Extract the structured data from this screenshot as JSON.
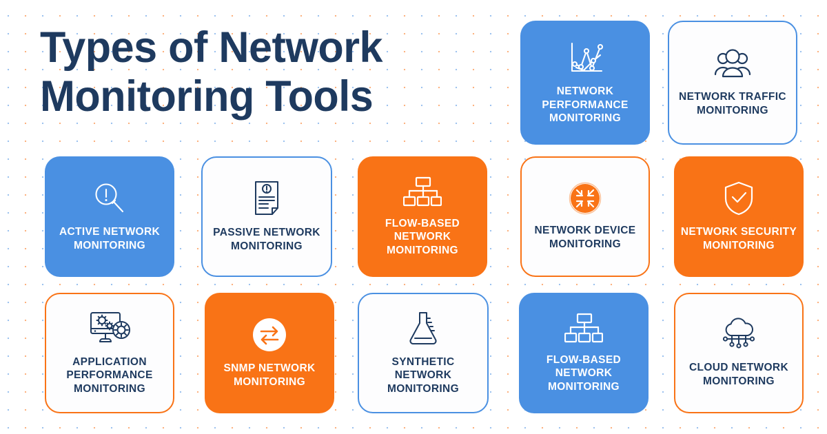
{
  "page": {
    "title": "Types of Network\nMonitoring Tools",
    "background_color": "#ffffff",
    "accent_blue": "#4A90E2",
    "accent_orange": "#F97316",
    "text_navy": "#1E3A5F"
  },
  "cards": [
    {
      "id": "network-performance-monitoring",
      "label": "NETWORK\nPERFORMANCE\nMONITORING",
      "icon": "line-chart-icon",
      "style": "fill-blue"
    },
    {
      "id": "network-traffic-monitoring",
      "label": "NETWORK TRAFFIC\nMONITORING",
      "icon": "user-group-icon",
      "style": "out-blue"
    },
    {
      "id": "active-network-monitoring",
      "label": "ACTIVE NETWORK\nMONITORING",
      "icon": "magnifier-alert-icon",
      "style": "fill-blue"
    },
    {
      "id": "passive-network-monitoring",
      "label": "PASSIVE NETWORK\nMONITORING",
      "icon": "document-report-icon",
      "style": "out-blue"
    },
    {
      "id": "flow-based-network-monitoring",
      "label": "FLOW-BASED\nNETWORK\nMONITORING",
      "icon": "hierarchy-sitemap-icon",
      "style": "fill-orange"
    },
    {
      "id": "network-device-monitoring",
      "label": "NETWORK DEVICE\nMONITORING",
      "icon": "collapse-arrows-circle-icon",
      "style": "out-orange"
    },
    {
      "id": "network-security-monitoring",
      "label": "NETWORK SECURITY\nMONITORING",
      "icon": "shield-check-icon",
      "style": "fill-orange"
    },
    {
      "id": "application-performance-monitoring",
      "label": "APPLICATION\nPERFORMANCE\nMONITORING",
      "icon": "monitor-gears-icon",
      "style": "out-orange"
    },
    {
      "id": "snmp-network-monitoring",
      "label": "SNMP NETWORK\nMONITORING",
      "icon": "exchange-arrows-circle-icon",
      "style": "fill-orange"
    },
    {
      "id": "synthetic-network-monitoring",
      "label": "SYNTHETIC\nNETWORK\nMONITORING",
      "icon": "flask-icon",
      "style": "out-blue"
    },
    {
      "id": "flow-based-network-monitoring-2",
      "label": "FLOW-BASED\nNETWORK\nMONITORING",
      "icon": "hierarchy-sitemap-icon",
      "style": "fill-blue"
    },
    {
      "id": "cloud-network-monitoring",
      "label": "CLOUD NETWORK\nMONITORING",
      "icon": "cloud-network-icon",
      "style": "out-orange"
    }
  ]
}
